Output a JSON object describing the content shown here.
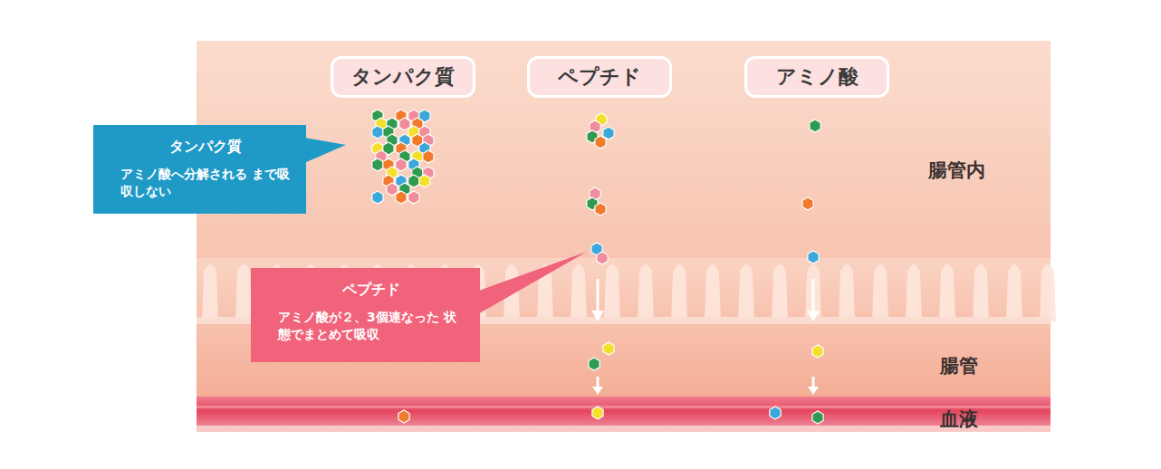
{
  "diagram": {
    "nodes": [
      {
        "text": [
          "タンパク質"
        ]
      },
      {
        "text": [
          "ペプチド"
        ]
      },
      {
        "text": [
          "アミノ酸"
        ]
      },
      {
        "text": [
          "タンパク質",
          "アミノ酸へ分解される まで吸収しない"
        ]
      },
      {
        "text": [
          "ペプチド",
          "アミノ酸が２、3個連なった 状態でまとめて吸収"
        ]
      }
    ],
    "labels": [
      "腸管内",
      "腸管",
      "血液"
    ]
  }
}
